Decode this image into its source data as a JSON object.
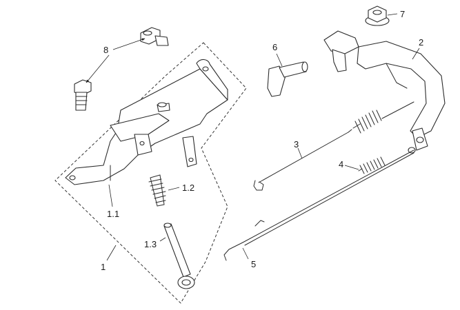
{
  "diagram": {
    "labels": {
      "part_1": "1",
      "part_1_1": "1.1",
      "part_1_2": "1.2",
      "part_1_3": "1.3",
      "part_2": "2",
      "part_3": "3",
      "part_4": "4",
      "part_5": "5",
      "part_6": "6",
      "part_7": "7",
      "part_8": "8"
    }
  }
}
